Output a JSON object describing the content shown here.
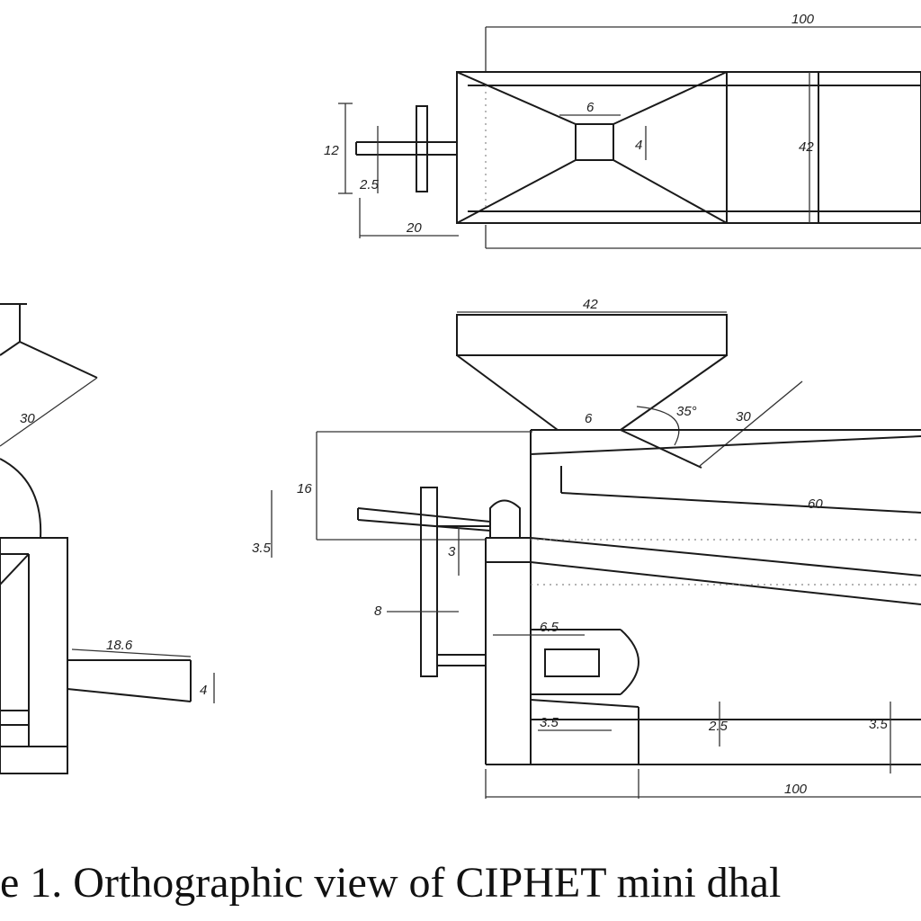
{
  "figure": {
    "caption": "e 1. Orthographic view of CIPHET mini dhal"
  },
  "dimensions": {
    "top_view": {
      "overall_length": "100",
      "width": "42",
      "shaft_left": "12",
      "shaft_small": "2.5",
      "offset": "20",
      "center_w": "6",
      "center_h": "4"
    },
    "side_left": {
      "chute_len": "30",
      "outlet_len": "18.6",
      "outlet_h": "4"
    },
    "front_view": {
      "hopper_top": "42",
      "hopper_slant": "30",
      "throat": "6",
      "angle": "35°",
      "height_a": "16",
      "pulley_a": "3.5",
      "pulley_b": "3",
      "pulley_c": "8",
      "drum_len": "60",
      "motor_off": "6.5",
      "base_a": "3.5",
      "base_b": "2.5",
      "base_c": "3.5",
      "overall_len": "100"
    }
  }
}
